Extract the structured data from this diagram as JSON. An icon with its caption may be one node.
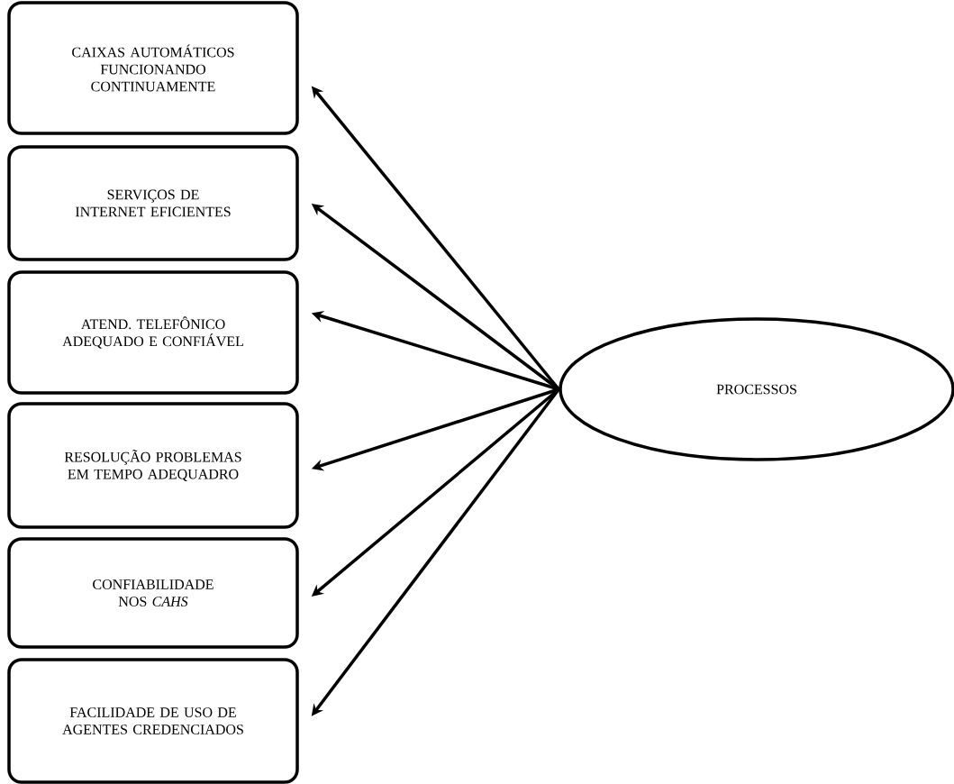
{
  "diagram": {
    "nodes": [
      {
        "text": [
          "CAIXAS AUTOMÁTICOS FUNCIONANDO CONTINUAMENTE"
        ]
      },
      {
        "text": [
          "SERVIÇOS DE INTERNET EFICIENTES"
        ]
      },
      {
        "text": [
          "ATEND. TELEFÔNICO ADEQUADO E CONFIÁVEL"
        ]
      },
      {
        "text": [
          "RESOLUÇÃO PROBLEMAS EM TEMPO ADEQUADRO"
        ]
      },
      {
        "text": [
          "CONFIABILIDADE NOS *CAHS*"
        ]
      },
      {
        "text": [
          "FACILIDADE DE USO DE AGENTES CREDENCIADOS"
        ]
      },
      {
        "text": [
          "PROCESSOS"
        ]
      }
    ],
    "edges": [
      {
        "from": 6,
        "to": 0,
        "arrow": "to"
      },
      {
        "from": 6,
        "to": 1,
        "arrow": "to"
      },
      {
        "from": 6,
        "to": 2,
        "arrow": "to"
      },
      {
        "from": 6,
        "to": 3,
        "arrow": "to"
      },
      {
        "from": 6,
        "to": 4,
        "arrow": "to"
      },
      {
        "from": 6,
        "to": 5,
        "arrow": "to"
      }
    ]
  }
}
